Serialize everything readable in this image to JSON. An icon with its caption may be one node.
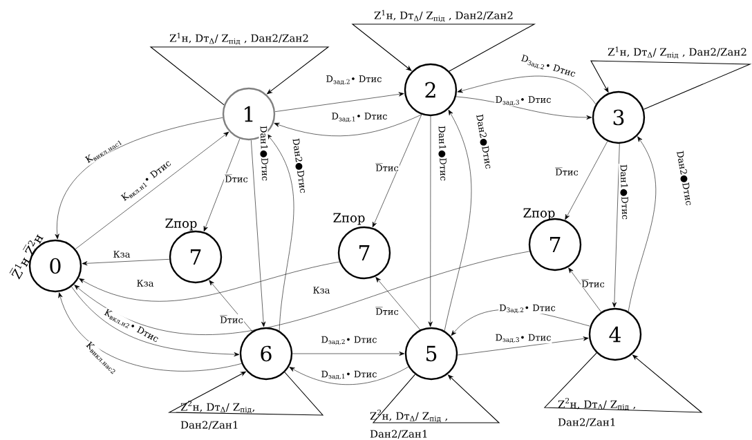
{
  "diagram": {
    "nodes": [
      {
        "text": [
          "0"
        ],
        "beside": [
          "Z̅$^{1}$н Z̅$^{2}$н"
        ]
      },
      {
        "text": [
          "1"
        ]
      },
      {
        "text": [
          "2"
        ]
      },
      {
        "text": [
          "3"
        ]
      },
      {
        "text": [
          "4"
        ]
      },
      {
        "text": [
          "5"
        ]
      },
      {
        "text": [
          "6"
        ]
      },
      {
        "text": [
          "7"
        ],
        "beside": [
          "Zпор"
        ]
      },
      {
        "text": [
          "7"
        ],
        "beside": [
          "Zпор"
        ]
      },
      {
        "text": [
          "7"
        ],
        "beside": [
          "Zпор"
        ]
      }
    ],
    "edges": [
      {
        "from": 1,
        "to": 0,
        "arrow": "to",
        "label": "K$_{викл.нас1}$"
      },
      {
        "from": 0,
        "to": 1,
        "arrow": "to",
        "label": "K$_{вкл.н1}$• Dтис"
      },
      {
        "from": 1,
        "to": 1,
        "arrow": "to",
        "label": "Z$^{1}$н, Dт$_{Δ}$/ Z$_{під}$ , Dан2/Zан2"
      },
      {
        "from": 1,
        "to": 2,
        "arrow": "to",
        "label": "D$_{зад.2}$• Dтис"
      },
      {
        "from": 2,
        "to": 1,
        "arrow": "to",
        "label": "D$_{зад.1}$• Dтис"
      },
      {
        "from": 2,
        "to": 2,
        "arrow": "to",
        "label": "Z$^{1}$н, Dт$_{Δ}$/ Z$_{під}$ , Dан2/Zан2"
      },
      {
        "from": 2,
        "to": 3,
        "arrow": "to",
        "label": "D$_{зад.3}$• Dтис"
      },
      {
        "from": 3,
        "to": 2,
        "arrow": "to",
        "label": "D$_{Зад.2}$• Dтис"
      },
      {
        "from": 3,
        "to": 3,
        "arrow": "to",
        "label": "Z$^{1}$н, Dт$_{Δ}$/ Z$_{під}$ , Dан2/Zан2"
      },
      {
        "from": 1,
        "to": 7,
        "arrow": "to",
        "label": "\\overline{\\mathrm{D}}\\text{тис}"
      },
      {
        "from": 1,
        "to": 6,
        "arrow": "to",
        "label": "Dан1●Dтис"
      },
      {
        "from": 6,
        "to": 1,
        "arrow": "to",
        "label": "Dан2●Dтис"
      },
      {
        "from": 7,
        "to": 0,
        "arrow": "to",
        "label": "Кза"
      },
      {
        "from": 2,
        "to": 8,
        "arrow": "to",
        "label": "\\overline{\\mathrm{D}}\\text{тис}"
      },
      {
        "from": 2,
        "to": 5,
        "arrow": "to",
        "label": "Dан1●Dтис"
      },
      {
        "from": 5,
        "to": 2,
        "arrow": "to",
        "label": "Dан2●Dтис"
      },
      {
        "from": 8,
        "to": 0,
        "arrow": "to",
        "label": "Кза"
      },
      {
        "from": 3,
        "to": 9,
        "arrow": "to",
        "label": "\\overline{\\mathrm{D}}\\text{тис}"
      },
      {
        "from": 3,
        "to": 4,
        "arrow": "to",
        "label": "Dан1●Dтис"
      },
      {
        "from": 4,
        "to": 3,
        "arrow": "to",
        "label": "Dан2●Dтис"
      },
      {
        "from": 9,
        "to": 0,
        "arrow": "to",
        "label": "Кза"
      },
      {
        "from": 0,
        "to": 6,
        "arrow": "to",
        "label": "K$_{вкл.н2}$• Dтис"
      },
      {
        "from": 6,
        "to": 0,
        "arrow": "to",
        "label": "K$_{викл.нас2}$"
      },
      {
        "from": 6,
        "to": 7,
        "arrow": "to",
        "label": "\\overline{\\mathrm{D}}\\text{тис}"
      },
      {
        "from": 6,
        "to": 5,
        "arrow": "to",
        "label": "D$_{зад.2}$• Dтис"
      },
      {
        "from": 5,
        "to": 6,
        "arrow": "to",
        "label": "D$_{зад.1}$• Dтис"
      },
      {
        "from": 6,
        "to": 6,
        "arrow": "to",
        "label": "Z$^{2}$н, Dт$_{Δ}$/ Z$_{під}$, Dан2/Zан1"
      },
      {
        "from": 5,
        "to": 8,
        "arrow": "to",
        "label": "\\overline{\\mathrm{D}}\\text{тис}"
      },
      {
        "from": 5,
        "to": 4,
        "arrow": "to",
        "label": "D$_{зад.3}$• Dтис"
      },
      {
        "from": 4,
        "to": 5,
        "arrow": "to",
        "label": "D$_{Зад.2}$• Dтис"
      },
      {
        "from": 5,
        "to": 5,
        "arrow": "to",
        "label": "Z$^{2}$н, Dт$_{Δ}$/ Z$_{під}$ , Dан2/Zан1"
      },
      {
        "from": 4,
        "to": 9,
        "arrow": "to",
        "label": "\\overline{\\mathrm{D}}\\text{тис}"
      },
      {
        "from": 4,
        "to": 4,
        "arrow": "to",
        "label": "Z$^{2}$н, Dт$_{Δ}$/ Z$_{під}$ , Dан2/Zан1"
      }
    ]
  }
}
